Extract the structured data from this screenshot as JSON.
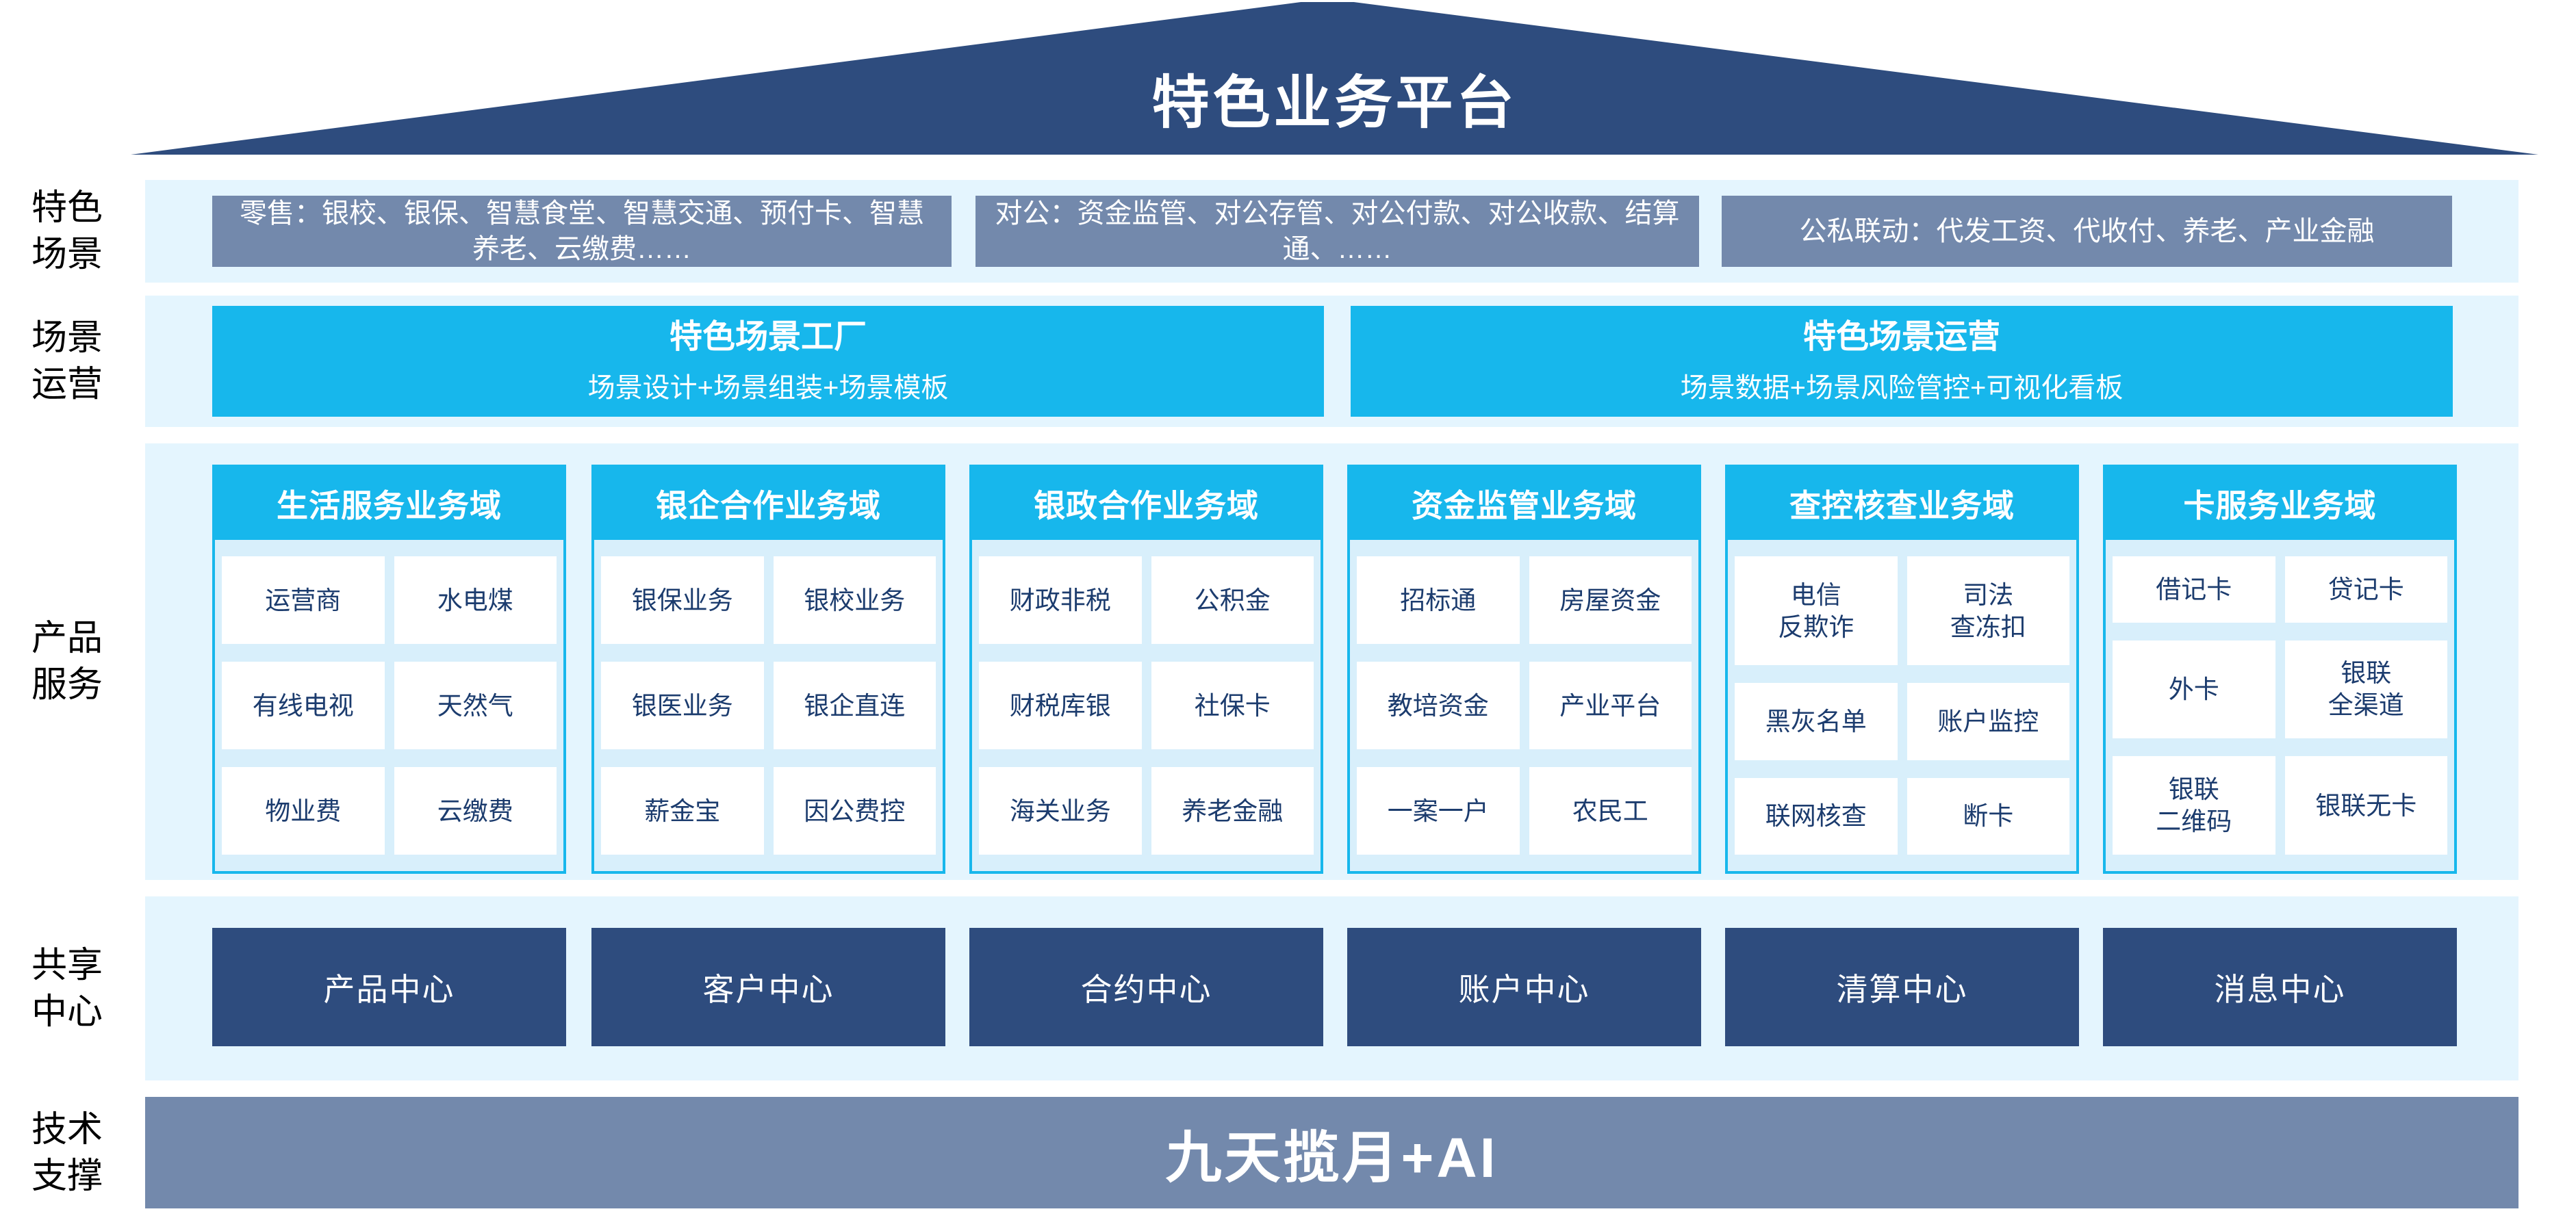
{
  "colors": {
    "navy": "#2E4C7E",
    "slate": "#7389AC",
    "cyan": "#17B7EC",
    "band_bg": "#E4F5FE",
    "panel_bg": "#D8EFFB",
    "cell_text": "#1C3C6E"
  },
  "roof": {
    "title": "特色业务平台"
  },
  "rows": {
    "scenario": {
      "label": "特色\n场景",
      "boxes": [
        "零售：银校、银保、智慧食堂、智慧交通、预付卡、智慧养老、云缴费……",
        "对公：资金监管、对公存管、对公付款、对公收款、结算通、……",
        "公私联动：代发工资、代收付、养老、产业金融"
      ]
    },
    "operation": {
      "label": "场景\n运营",
      "boxes": [
        {
          "title": "特色场景工厂",
          "subtitle": "场景设计+场景组装+场景模板"
        },
        {
          "title": "特色场景运营",
          "subtitle": "场景数据+场景风险管控+可视化看板"
        }
      ]
    },
    "product": {
      "label": "产品\n服务",
      "columns": [
        {
          "header": "生活服务业务域",
          "cells": [
            "运营商",
            "水电煤",
            "有线电视",
            "天然气",
            "物业费",
            "云缴费"
          ]
        },
        {
          "header": "银企合作业务域",
          "cells": [
            "银保业务",
            "银校业务",
            "银医业务",
            "银企直连",
            "薪金宝",
            "因公费控"
          ]
        },
        {
          "header": "银政合作业务域",
          "cells": [
            "财政非税",
            "公积金",
            "财税库银",
            "社保卡",
            "海关业务",
            "养老金融"
          ]
        },
        {
          "header": "资金监管业务域",
          "cells": [
            "招标通",
            "房屋资金",
            "教培资金",
            "产业平台",
            "一案一户",
            "农民工"
          ]
        },
        {
          "header": "查控核查业务域",
          "cells": [
            "电信\n反欺诈",
            "司法\n查冻扣",
            "黑灰名单",
            "账户监控",
            "联网核查",
            "断卡"
          ]
        },
        {
          "header": "卡服务业务域",
          "cells": [
            "借记卡",
            "贷记卡",
            "外卡",
            "银联\n全渠道",
            "银联\n二维码",
            "银联无卡"
          ]
        }
      ]
    },
    "shared": {
      "label": "共享\n中心",
      "centers": [
        "产品中心",
        "客户中心",
        "合约中心",
        "账户中心",
        "清算中心",
        "消息中心"
      ]
    },
    "tech": {
      "label": "技术\n支撑",
      "bar": "九天揽月+AI"
    }
  }
}
